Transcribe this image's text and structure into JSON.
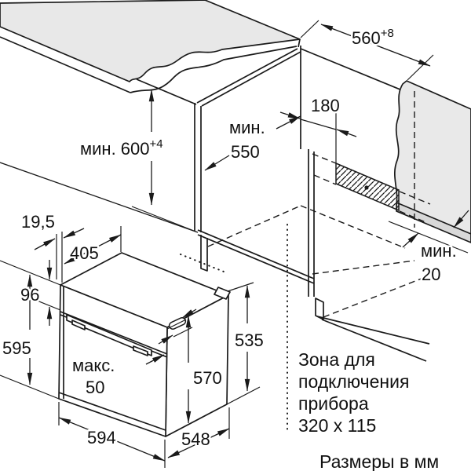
{
  "figure": {
    "type": "installation-diagram",
    "units_note": "Размеры в мм",
    "zone_label": {
      "line1": "Зона для",
      "line2": "подключения",
      "line3": "прибора",
      "line4": "320 x 115"
    },
    "dimensions": {
      "niche_width_main": "560",
      "niche_width_sup": "+8",
      "niche_height_main": "мин. 600",
      "niche_height_sup": "+4",
      "niche_depth_line1": "мин.",
      "niche_depth_line2": "550",
      "zone_offset": "180",
      "rear_gap_line1": "мин.",
      "rear_gap_line2": "20",
      "front_overhang": "19,5",
      "top_depth": "405",
      "panel_height": "96",
      "total_height": "595",
      "door_protrusion_line1": "макс.",
      "door_protrusion_line2": "50",
      "door_height": "570",
      "side_height": "535",
      "width": "594",
      "depth": "548"
    },
    "colors": {
      "line": "#1a1a1a",
      "countertop_fill": "#e8e8e8",
      "panel_fill": "#e9e9e9",
      "panel_edge_fill": "#d8d8d8",
      "background": "#ffffff"
    }
  }
}
